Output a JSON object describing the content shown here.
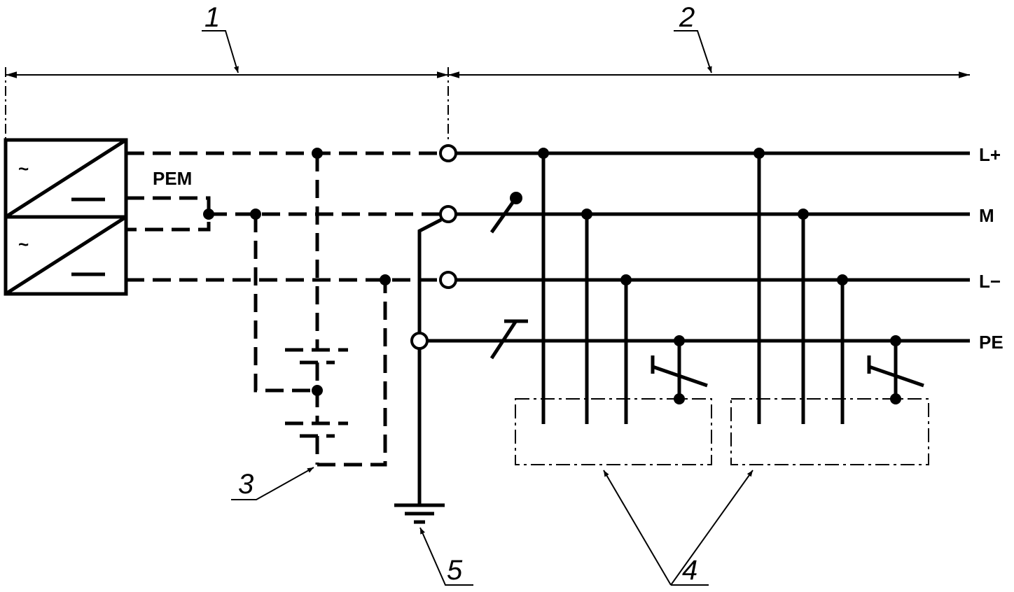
{
  "callouts": {
    "c1": "1",
    "c2": "2",
    "c3": "3",
    "c4": "4",
    "c5": "5"
  },
  "rails": {
    "lplus": "L+",
    "m": "M",
    "lminus": "L−",
    "pe": "PE"
  },
  "pem_label": "PEM",
  "converter": {
    "ac_symbol": "~",
    "dc_symbol": "—"
  }
}
